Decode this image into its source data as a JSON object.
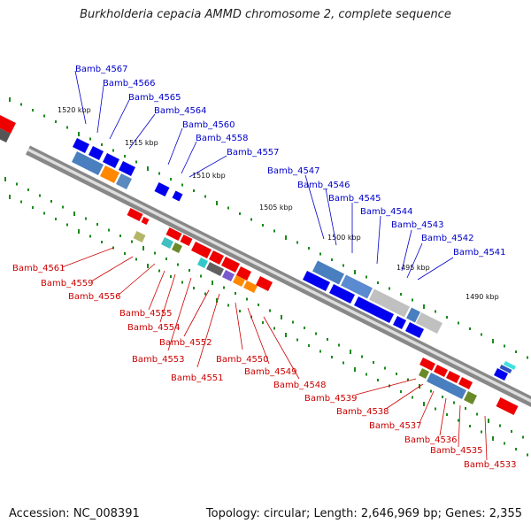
{
  "header": {
    "title": "Burkholderia cepacia AMMD chromosome 2, complete sequence"
  },
  "footer": {
    "accession": "Accession: NC_008391",
    "summary": "Topology: circular; Length: 2,646,969 bp; Genes: 2,355"
  },
  "colors": {
    "forward_label": "#0000cc",
    "reverse_label": "#cc0000",
    "backbone": "#777777",
    "tick": "#1a8a1a"
  },
  "ruler_ticks": [
    {
      "label": "1520 kbp"
    },
    {
      "label": "1515 kbp"
    },
    {
      "label": "1510 kbp"
    },
    {
      "label": "1505 kbp"
    },
    {
      "label": "1500 kbp"
    },
    {
      "label": "1495 kbp"
    },
    {
      "label": "1490 kbp"
    }
  ],
  "forward_genes": [
    {
      "label": "Bamb_4567"
    },
    {
      "label": "Bamb_4566"
    },
    {
      "label": "Bamb_4565"
    },
    {
      "label": "Bamb_4564"
    },
    {
      "label": "Bamb_4560"
    },
    {
      "label": "Bamb_4558"
    },
    {
      "label": "Bamb_4557"
    },
    {
      "label": "Bamb_4547"
    },
    {
      "label": "Bamb_4546"
    },
    {
      "label": "Bamb_4545"
    },
    {
      "label": "Bamb_4544"
    },
    {
      "label": "Bamb_4543"
    },
    {
      "label": "Bamb_4542"
    },
    {
      "label": "Bamb_4541"
    }
  ],
  "reverse_genes": [
    {
      "label": "Bamb_4561"
    },
    {
      "label": "Bamb_4559"
    },
    {
      "label": "Bamb_4556"
    },
    {
      "label": "Bamb_4555"
    },
    {
      "label": "Bamb_4554"
    },
    {
      "label": "Bamb_4552"
    },
    {
      "label": "Bamb_4553"
    },
    {
      "label": "Bamb_4551"
    },
    {
      "label": "Bamb_4550"
    },
    {
      "label": "Bamb_4549"
    },
    {
      "label": "Bamb_4548"
    },
    {
      "label": "Bamb_4539"
    },
    {
      "label": "Bamb_4538"
    },
    {
      "label": "Bamb_4537"
    },
    {
      "label": "Bamb_4536"
    },
    {
      "label": "Bamb_4535"
    },
    {
      "label": "Bamb_4533"
    }
  ]
}
